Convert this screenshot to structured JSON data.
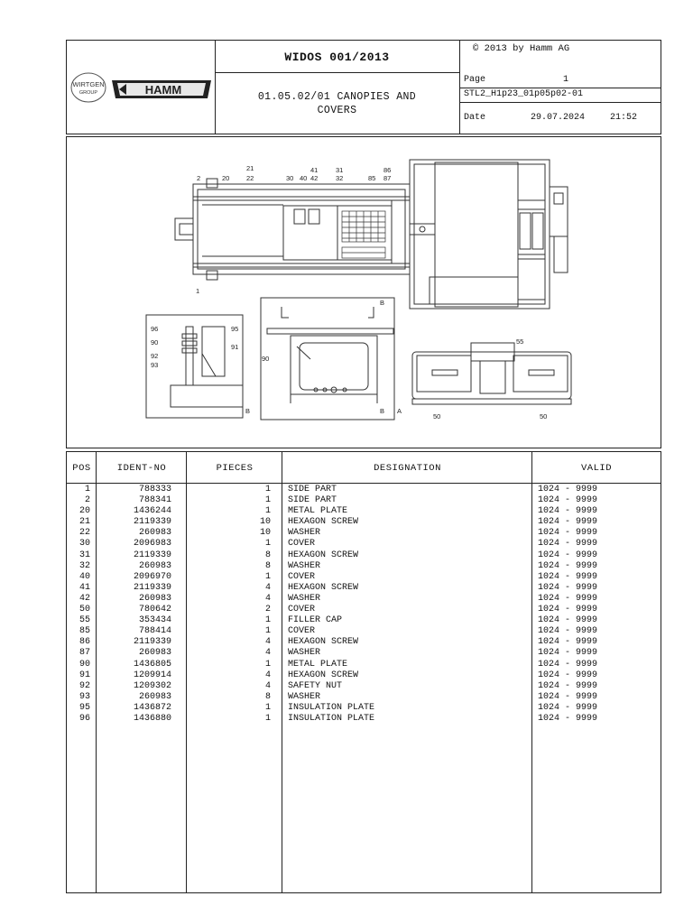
{
  "header": {
    "title": "WIDOS 001/2013",
    "copyright": "© 2013 by Hamm AG",
    "section_line1": "01.05.02/01 CANOPIES AND",
    "section_line2": "COVERS",
    "page_label": "Page",
    "page_number": "1",
    "doc_code": "STL2_H1p23_01p05p02-01",
    "date_label": "Date",
    "date_value": "29.07.2024",
    "time_value": "21:52",
    "logo_wirtgen_line1": "WIRTGEN",
    "logo_wirtgen_line2": "GROUP",
    "logo_hamm": "HAMM"
  },
  "drawing": {
    "callouts_top": [
      "2",
      "20",
      "21",
      "22",
      "30",
      "40",
      "41",
      "42",
      "31",
      "32",
      "85",
      "86",
      "87"
    ],
    "callout_left": "1",
    "detail_b_callouts": [
      "96",
      "95",
      "90",
      "91",
      "92",
      "93"
    ],
    "detail_b_label": "B",
    "detail_a_callouts": [
      "90"
    ],
    "detail_a_labels": [
      "B",
      "B",
      "A"
    ],
    "detail_c_callouts": [
      "55",
      "50",
      "50"
    ]
  },
  "table": {
    "headers": {
      "pos": "POS",
      "ident": "IDENT-NO",
      "pieces": "PIECES",
      "designation": "DESIGNATION",
      "valid": "VALID"
    },
    "rows": [
      {
        "pos": "1",
        "ident": "788333",
        "pieces": "1",
        "designation": "SIDE PART",
        "valid": "1024 - 9999"
      },
      {
        "pos": "2",
        "ident": "788341",
        "pieces": "1",
        "designation": "SIDE PART",
        "valid": "1024 - 9999"
      },
      {
        "pos": "20",
        "ident": "1436244",
        "pieces": "1",
        "designation": "METAL PLATE",
        "valid": "1024 - 9999"
      },
      {
        "pos": "21",
        "ident": "2119339",
        "pieces": "10",
        "designation": "HEXAGON SCREW",
        "valid": "1024 - 9999"
      },
      {
        "pos": "22",
        "ident": "260983",
        "pieces": "10",
        "designation": "WASHER",
        "valid": "1024 - 9999"
      },
      {
        "pos": "30",
        "ident": "2096983",
        "pieces": "1",
        "designation": "COVER",
        "valid": "1024 - 9999"
      },
      {
        "pos": "31",
        "ident": "2119339",
        "pieces": "8",
        "designation": "HEXAGON SCREW",
        "valid": "1024 - 9999"
      },
      {
        "pos": "32",
        "ident": "260983",
        "pieces": "8",
        "designation": "WASHER",
        "valid": "1024 - 9999"
      },
      {
        "pos": "40",
        "ident": "2096970",
        "pieces": "1",
        "designation": "COVER",
        "valid": "1024 - 9999"
      },
      {
        "pos": "41",
        "ident": "2119339",
        "pieces": "4",
        "designation": "HEXAGON SCREW",
        "valid": "1024 - 9999"
      },
      {
        "pos": "42",
        "ident": "260983",
        "pieces": "4",
        "designation": "WASHER",
        "valid": "1024 - 9999"
      },
      {
        "pos": "50",
        "ident": "780642",
        "pieces": "2",
        "designation": "COVER",
        "valid": "1024 - 9999"
      },
      {
        "pos": "55",
        "ident": "353434",
        "pieces": "1",
        "designation": "FILLER CAP",
        "valid": "1024 - 9999"
      },
      {
        "pos": "85",
        "ident": "788414",
        "pieces": "1",
        "designation": "COVER",
        "valid": "1024 - 9999"
      },
      {
        "pos": "86",
        "ident": "2119339",
        "pieces": "4",
        "designation": "HEXAGON SCREW",
        "valid": "1024 - 9999"
      },
      {
        "pos": "87",
        "ident": "260983",
        "pieces": "4",
        "designation": "WASHER",
        "valid": "1024 - 9999"
      },
      {
        "pos": "90",
        "ident": "1436805",
        "pieces": "1",
        "designation": "METAL PLATE",
        "valid": "1024 - 9999"
      },
      {
        "pos": "91",
        "ident": "1209914",
        "pieces": "4",
        "designation": "HEXAGON SCREW",
        "valid": "1024 - 9999"
      },
      {
        "pos": "92",
        "ident": "1209302",
        "pieces": "4",
        "designation": "SAFETY NUT",
        "valid": "1024 - 9999"
      },
      {
        "pos": "93",
        "ident": "260983",
        "pieces": "8",
        "designation": "WASHER",
        "valid": "1024 - 9999"
      },
      {
        "pos": "95",
        "ident": "1436872",
        "pieces": "1",
        "designation": "INSULATION PLATE",
        "valid": "1024 - 9999"
      },
      {
        "pos": "96",
        "ident": "1436880",
        "pieces": "1",
        "designation": "INSULATION PLATE",
        "valid": "1024 - 9999"
      }
    ]
  }
}
